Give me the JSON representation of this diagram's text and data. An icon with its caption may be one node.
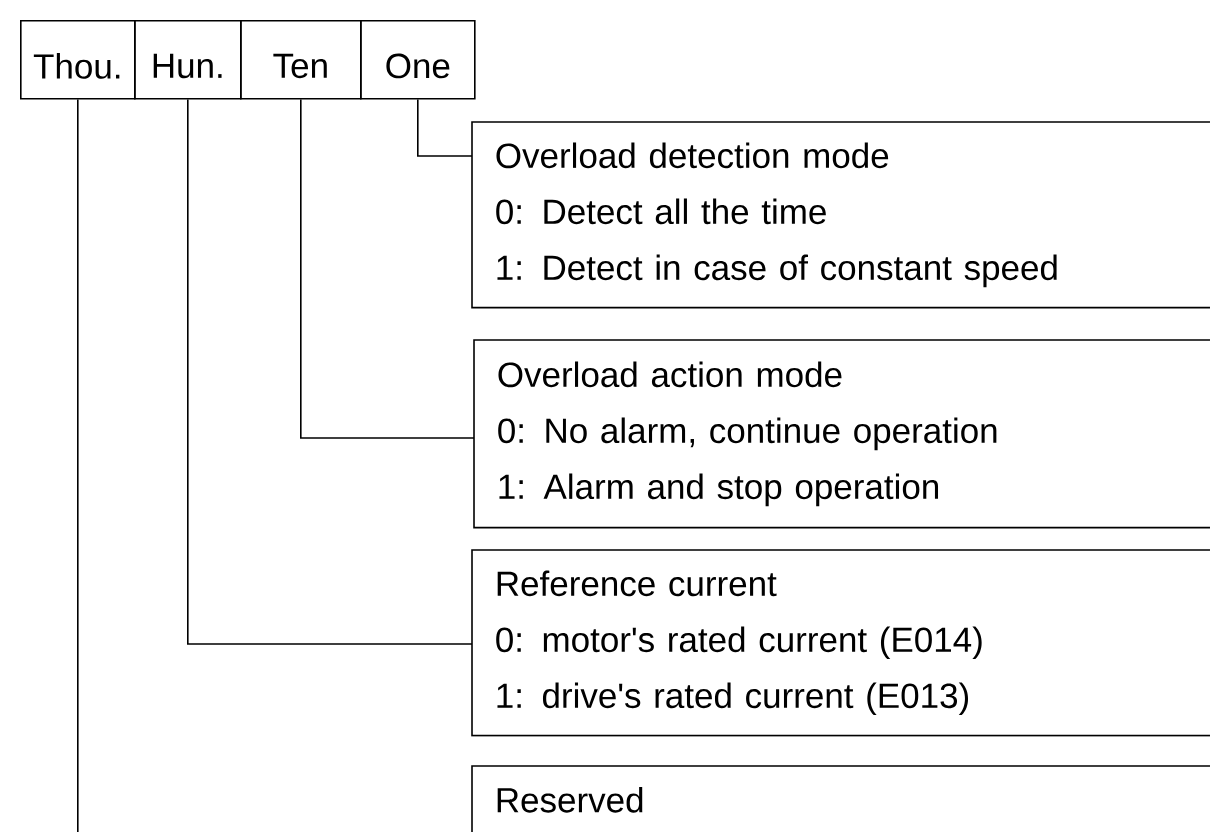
{
  "diagram": {
    "nodes": [
      {
        "text": [
          "Thou."
        ]
      },
      {
        "text": [
          "Hun."
        ]
      },
      {
        "text": [
          "Ten"
        ]
      },
      {
        "text": [
          "One"
        ]
      },
      {
        "text": [
          "Overload detection mode",
          "0: Detect all the time",
          "1: Detect in case of constant speed"
        ]
      },
      {
        "text": [
          "Overload action mode",
          "0: No alarm, continue operation",
          "1: Alarm and stop operation"
        ]
      },
      {
        "text": [
          "Reference current",
          "0: motor's rated current (E014)",
          "1: drive's  rated current (E013)"
        ]
      },
      {
        "text": [
          "Reserved"
        ]
      }
    ],
    "edges": [
      {
        "from": 3,
        "to": 4,
        "arrow": "none"
      },
      {
        "from": 2,
        "to": 5,
        "arrow": "none"
      },
      {
        "from": 1,
        "to": 6,
        "arrow": "none"
      },
      {
        "from": 0,
        "to": 7,
        "arrow": "none"
      }
    ]
  }
}
